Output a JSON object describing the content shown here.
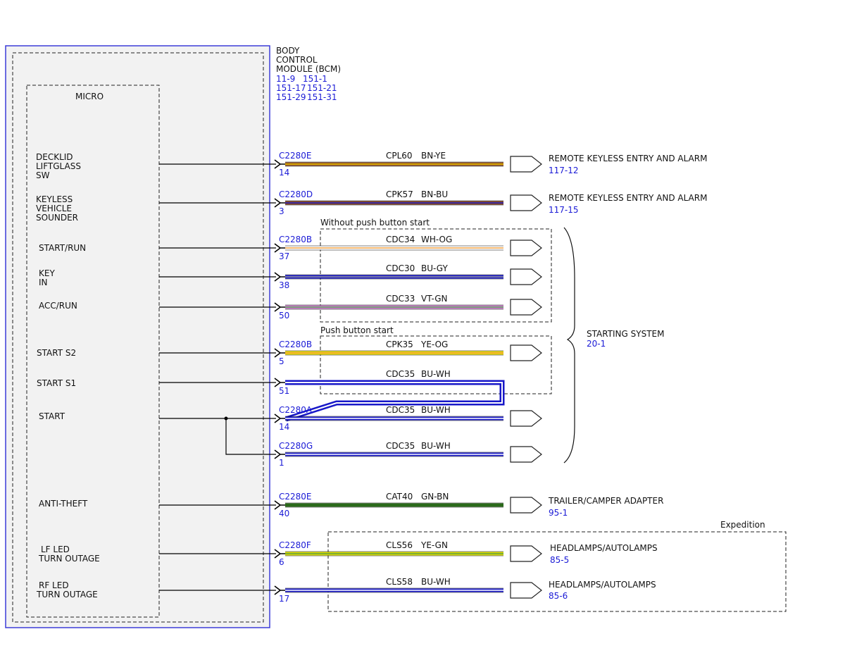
{
  "colors": {
    "module_border": "#3c3cd8",
    "module_fill": "#f2f2f2",
    "ref_text": "#1a1ad6",
    "dash": "#222222",
    "wire_black": "#000000"
  },
  "module": {
    "title_lines": [
      "BODY",
      "CONTROL",
      "MODULE (BCM)"
    ],
    "refs": [
      [
        "11-9",
        "151-1"
      ],
      [
        "151-17",
        "151-21"
      ],
      [
        "151-29",
        "151-31"
      ]
    ],
    "micro_label": "MICRO"
  },
  "inputs": [
    {
      "lines": [
        "DECKLID",
        "LIFTGLASS",
        "SW"
      ]
    },
    {
      "lines": [
        "KEYLESS",
        "VEHICLE",
        "SOUNDER"
      ]
    },
    {
      "lines": [
        "START/RUN"
      ]
    },
    {
      "lines": [
        "KEY",
        "IN"
      ]
    },
    {
      "lines": [
        "ACC/RUN"
      ]
    },
    {
      "lines": [
        "START S2"
      ]
    },
    {
      "lines": [
        "START S1"
      ]
    },
    {
      "lines": [
        "START"
      ]
    },
    {
      "lines": [
        "ANTI-THEFT"
      ]
    },
    {
      "lines": [
        "LF LED",
        "TURN OUTAGE"
      ]
    },
    {
      "lines": [
        "RF LED",
        "TURN OUTAGE"
      ]
    }
  ],
  "wires": [
    {
      "connector": "C2280E",
      "pin": "14",
      "circuit": "CPL60",
      "color_code": "BN-YE",
      "stripe": [
        "#8a4a1c",
        "#f0c800"
      ]
    },
    {
      "connector": "C2280D",
      "pin": "3",
      "circuit": "CPK57",
      "color_code": "BN-BU",
      "stripe": [
        "#7a3a1a",
        "#2a2ad0"
      ]
    },
    {
      "connector": "C2280B",
      "pin": "37",
      "circuit": "CDC34",
      "color_code": "WH-OG",
      "stripe": [
        "#ffffff",
        "#f0a040"
      ]
    },
    {
      "connector": "",
      "pin": "38",
      "circuit": "CDC30",
      "color_code": "BU-GY",
      "stripe": [
        "#1818c8",
        "#9a9a9a"
      ]
    },
    {
      "connector": "",
      "pin": "50",
      "circuit": "CDC33",
      "color_code": "VT-GN",
      "stripe": [
        "#c878c8",
        "#60a860"
      ]
    },
    {
      "connector": "C2280B",
      "pin": "5",
      "circuit": "CPK35",
      "color_code": "YE-OG",
      "stripe": [
        "#e8d800",
        "#f0a040"
      ]
    },
    {
      "connector": "",
      "pin": "51",
      "circuit": "CDC35",
      "color_code": "BU-WH",
      "stripe": [
        "#1818c8",
        "#ffffff"
      ]
    },
    {
      "connector": "C2280A",
      "pin": "14",
      "circuit": "CDC35",
      "color_code": "BU-WH",
      "stripe": [
        "#1818c8",
        "#ffffff"
      ]
    },
    {
      "connector": "C2280G",
      "pin": "1",
      "circuit": "CDC35",
      "color_code": "BU-WH",
      "stripe": [
        "#1818c8",
        "#ffffff"
      ]
    },
    {
      "connector": "C2280E",
      "pin": "40",
      "circuit": "CAT40",
      "color_code": "GN-BN",
      "stripe": [
        "#2a6a1a",
        "#2a6a1a"
      ]
    },
    {
      "connector": "C2280F",
      "pin": "6",
      "circuit": "CLS56",
      "color_code": "YE-GN",
      "stripe": [
        "#d8d800",
        "#60a040"
      ]
    },
    {
      "connector": "",
      "pin": "17",
      "circuit": "CLS58",
      "color_code": "BU-WH",
      "stripe": [
        "#1818c8",
        "#ffffff"
      ]
    }
  ],
  "destinations": [
    {
      "label": "REMOTE KEYLESS ENTRY AND ALARM",
      "ref": "117-12"
    },
    {
      "label": "REMOTE KEYLESS ENTRY AND ALARM",
      "ref": "117-15"
    },
    {
      "label": "TRAILER/CAMPER ADAPTER",
      "ref": "95-1"
    },
    {
      "label": "HEADLAMPS/AUTOLAMPS",
      "ref": "85-5"
    },
    {
      "label": "HEADLAMPS/AUTOLAMPS",
      "ref": "85-6"
    }
  ],
  "groups": {
    "without_push": "Without push button start",
    "push": "Push button start",
    "expedition": "Expedition",
    "starting_system": {
      "label": "STARTING SYSTEM",
      "ref": "20-1"
    }
  }
}
